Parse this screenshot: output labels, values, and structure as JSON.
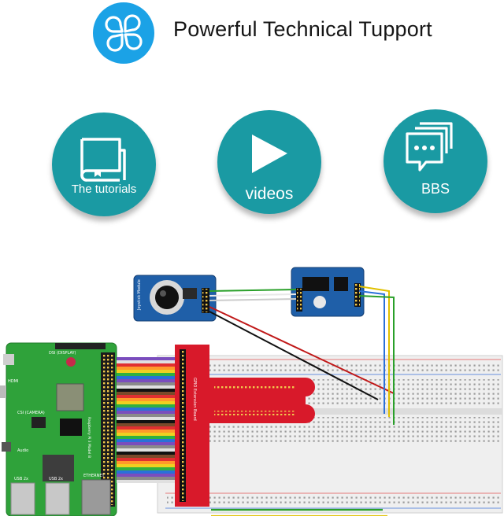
{
  "header": {
    "title": "Powerful Technical Tupport",
    "icon": "clover-icon",
    "accent_color": "#1ba2e6"
  },
  "support": {
    "circle_color": "#1a9aa3",
    "items": [
      {
        "label": "The tutorials",
        "icon": "book-icon"
      },
      {
        "label": "videos",
        "icon": "play-icon"
      },
      {
        "label": "BBS",
        "icon": "chat-icon"
      }
    ]
  },
  "diagram": {
    "joystick_label": "Joystick Module",
    "extension_board_label": "GPIO Extension Board",
    "pi_labels": {
      "display": "DSI (DISPLAY)",
      "camera": "CSI (CAMERA)",
      "hdmi": "HDMI",
      "audio": "Audio",
      "usb_a": "USB 2x",
      "usb_b": "USB 2x",
      "ethernet": "ETHERNET",
      "model": "Raspberry Pi 3 Model B"
    }
  }
}
